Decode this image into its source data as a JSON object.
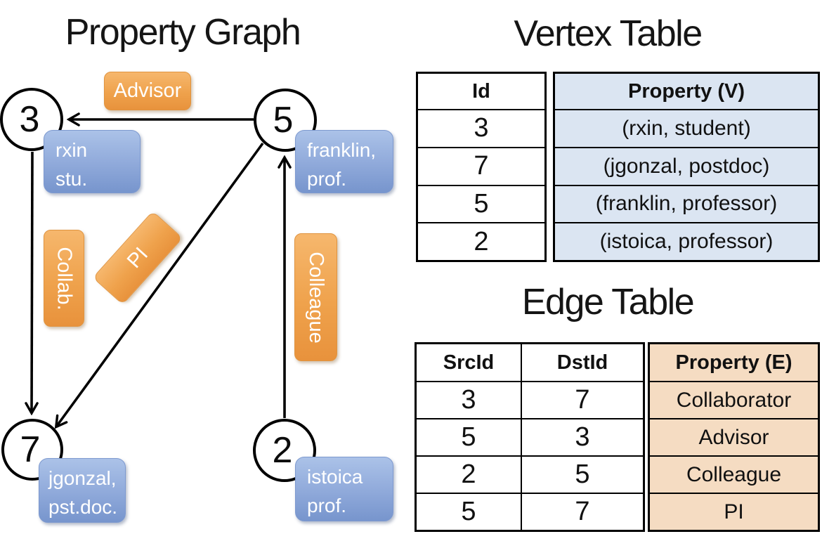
{
  "graph": {
    "title": "Property Graph",
    "nodes": [
      {
        "id": "3",
        "prop_line1": "rxin",
        "prop_line2": "stu."
      },
      {
        "id": "5",
        "prop_line1": "franklin,",
        "prop_line2": "prof."
      },
      {
        "id": "7",
        "prop_line1": "jgonzal,",
        "prop_line2": "pst.doc."
      },
      {
        "id": "2",
        "prop_line1": "istoica",
        "prop_line2": "prof."
      }
    ],
    "edge_labels": {
      "advisor": "Advisor",
      "collab": "Collab.",
      "pi": "PI",
      "colleague": "Colleague"
    }
  },
  "vertex_table": {
    "title": "Vertex Table",
    "columns": {
      "id": "Id",
      "property": "Property (V)"
    },
    "rows": [
      {
        "id": "3",
        "property": "(rxin, student)"
      },
      {
        "id": "7",
        "property": "(jgonzal, postdoc)"
      },
      {
        "id": "5",
        "property": "(franklin, professor)"
      },
      {
        "id": "2",
        "property": "(istoica, professor)"
      }
    ]
  },
  "edge_table": {
    "title": "Edge Table",
    "columns": {
      "src": "SrcId",
      "dst": "DstId",
      "property": "Property (E)"
    },
    "rows": [
      {
        "src": "3",
        "dst": "7",
        "property": "Collaborator"
      },
      {
        "src": "5",
        "dst": "3",
        "property": "Advisor"
      },
      {
        "src": "2",
        "dst": "5",
        "property": "Colleague"
      },
      {
        "src": "5",
        "dst": "7",
        "property": "PI"
      }
    ]
  },
  "colors": {
    "edge_label_fill_top": "#f6b76d",
    "edge_label_fill_bottom": "#e8923c",
    "vertex_prop_fill_top": "#abc2e8",
    "vertex_prop_fill_bottom": "#7795cd",
    "vertex_table_property_bg": "#dbe5f2",
    "edge_table_property_bg": "#f5dcc2",
    "line_color": "#000000",
    "label_text": "#ffffff"
  }
}
